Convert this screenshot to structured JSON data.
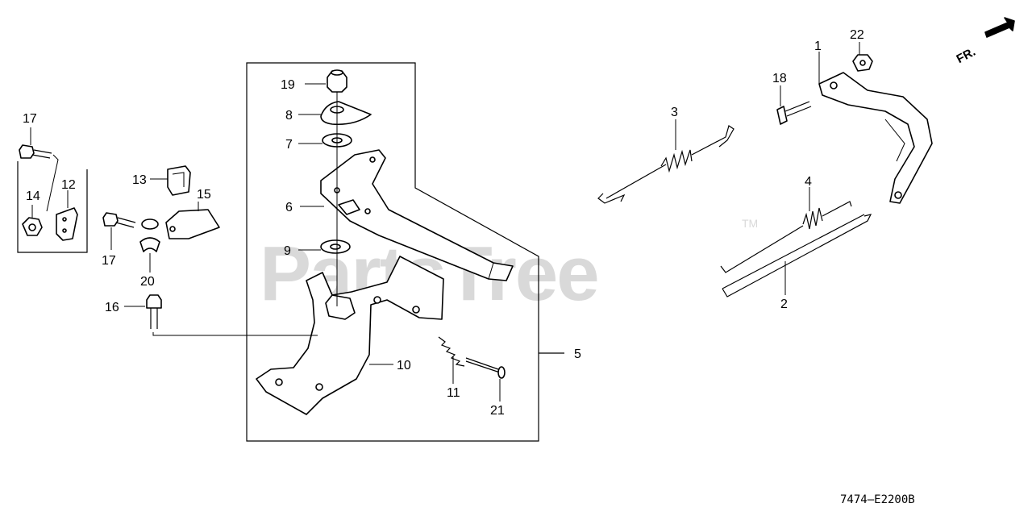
{
  "watermark": {
    "text": "PartsTree",
    "trademark": "TM"
  },
  "direction": {
    "label": "FR."
  },
  "diagram_code": "7474–E2200B",
  "callouts": {
    "c1": "1",
    "c2": "2",
    "c3": "3",
    "c4": "4",
    "c5": "5",
    "c6": "6",
    "c7": "7",
    "c8": "8",
    "c9": "9",
    "c10": "10",
    "c11": "11",
    "c12": "12",
    "c13": "13",
    "c14": "14",
    "c15": "15",
    "c16": "16",
    "c17a": "17",
    "c17b": "17",
    "c18": "18",
    "c19": "19",
    "c20": "20",
    "c21": "21",
    "c22": "22"
  }
}
